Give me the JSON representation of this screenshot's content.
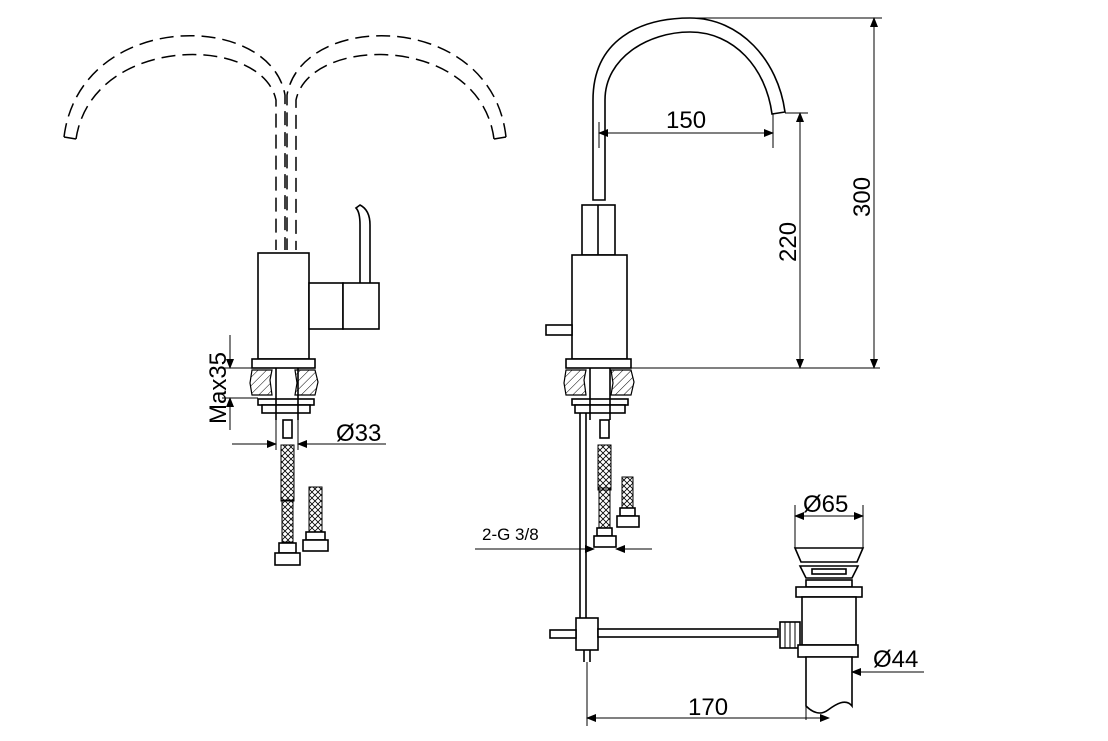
{
  "dimensions": {
    "spout_reach": "150",
    "spout_height": "220",
    "overall_height": "300",
    "max_thickness": "Max35",
    "body_diameter": "Ø33",
    "hose_thread": "2-G 3/8",
    "waste_head_diameter": "Ø65",
    "waste_pipe_diameter": "Ø44",
    "pop_up_rod_length": "170"
  }
}
